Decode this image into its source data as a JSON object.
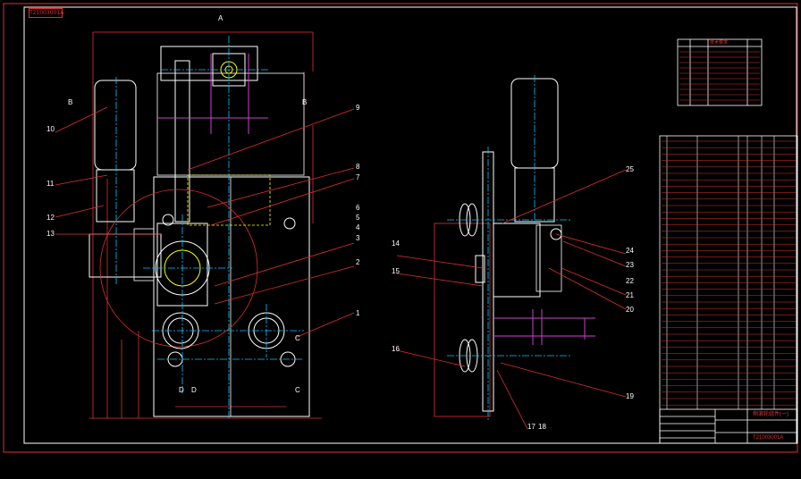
{
  "drawing": {
    "corner_tag": "T21003001A",
    "section_top": "A",
    "section_marks": [
      "B",
      "B",
      "C",
      "C",
      "D",
      "D"
    ],
    "part_labels_front": [
      "10",
      "11",
      "12",
      "13",
      "9",
      "8",
      "7",
      "6",
      "5",
      "4",
      "3",
      "2",
      "1"
    ],
    "part_labels_side": [
      "25",
      "14",
      "15",
      "24",
      "23",
      "22",
      "21",
      "20",
      "16",
      "19",
      "17",
      "18"
    ],
    "tech_title": "技术要求",
    "title_block_name": "侧滚轮组件(一)",
    "title_block_drawing_no": "T21003001A",
    "colors": {
      "background": "#000000",
      "frame": "#e03030",
      "outline": "#ffffff",
      "centerline": "#00c8ff",
      "hidden": "#ffff00",
      "magenta": "#d040d0",
      "leader": "#e03030"
    }
  }
}
